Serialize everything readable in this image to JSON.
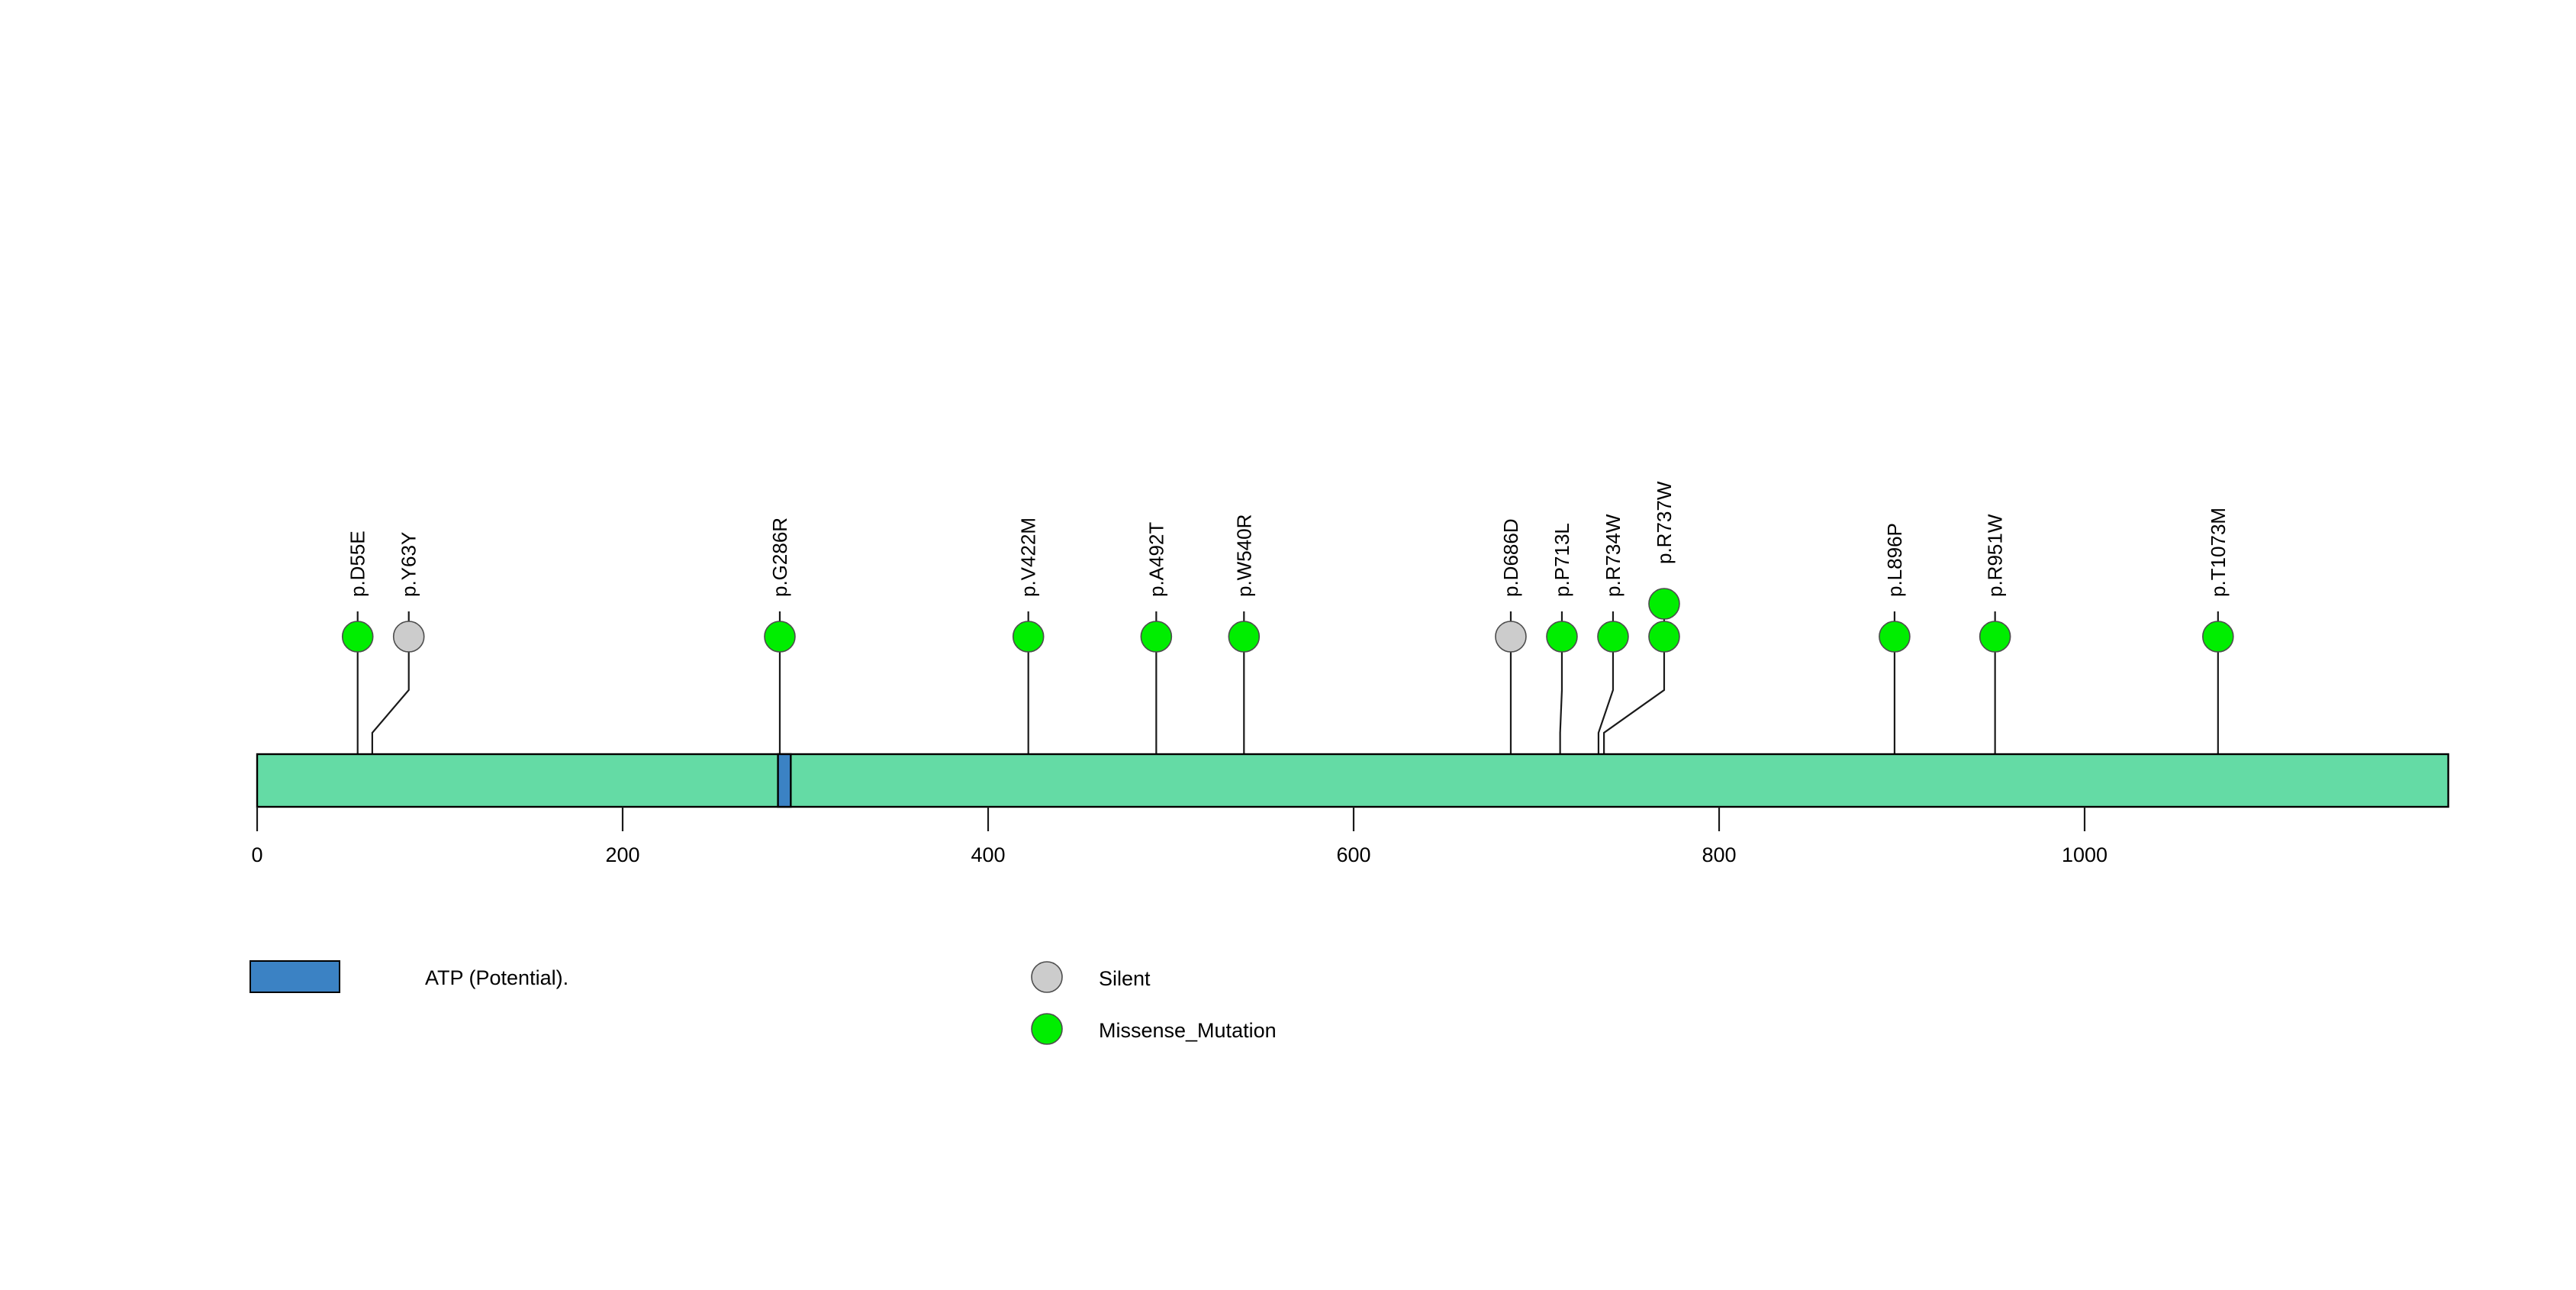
{
  "chart_data": {
    "type": "lollipop",
    "title": "",
    "xlabel": "",
    "ylabel": "",
    "xlim": [
      0,
      1199
    ],
    "axis": {
      "ticks": [
        0,
        200,
        400,
        600,
        800,
        1000
      ],
      "tick_labels": [
        "0",
        "200",
        "400",
        "600",
        "800",
        "1000"
      ],
      "grid": false
    },
    "protein": {
      "length": 1199,
      "track_color": "#64DBA5",
      "border_color": "#000000"
    },
    "domains": [
      {
        "name": "ATP (Potential).",
        "start": 285,
        "end": 292,
        "color": "#3B82C4"
      }
    ],
    "mutations": [
      {
        "label": "p.D55E",
        "position": 55,
        "count": 1,
        "type": "Missense_Mutation",
        "color": "#00EE00"
      },
      {
        "label": "p.Y63Y",
        "position": 63,
        "count": 1,
        "type": "Silent",
        "color": "#CCCCCC"
      },
      {
        "label": "p.G286R",
        "position": 286,
        "count": 1,
        "type": "Missense_Mutation",
        "color": "#00EE00"
      },
      {
        "label": "p.V422M",
        "position": 422,
        "count": 1,
        "type": "Missense_Mutation",
        "color": "#00EE00"
      },
      {
        "label": "p.A492T",
        "position": 492,
        "count": 1,
        "type": "Missense_Mutation",
        "color": "#00EE00"
      },
      {
        "label": "p.W540R",
        "position": 540,
        "count": 1,
        "type": "Missense_Mutation",
        "color": "#00EE00"
      },
      {
        "label": "p.D686D",
        "position": 686,
        "count": 1,
        "type": "Silent",
        "color": "#CCCCCC"
      },
      {
        "label": "p.P713L",
        "position": 713,
        "count": 1,
        "type": "Missense_Mutation",
        "color": "#00EE00"
      },
      {
        "label": "p.R734W",
        "position": 734,
        "count": 1,
        "type": "Missense_Mutation",
        "color": "#00EE00"
      },
      {
        "label": "p.R737W",
        "position": 737,
        "count": 2,
        "type": "Missense_Mutation",
        "color": "#00EE00"
      },
      {
        "label": "p.L896P",
        "position": 896,
        "count": 1,
        "type": "Missense_Mutation",
        "color": "#00EE00"
      },
      {
        "label": "p.R951W",
        "position": 951,
        "count": 1,
        "type": "Missense_Mutation",
        "color": "#00EE00"
      },
      {
        "label": "p.T1073M",
        "position": 1073,
        "count": 1,
        "type": "Missense_Mutation",
        "color": "#00EE00"
      }
    ],
    "legend": {
      "position": "bottom",
      "domain_entries": [
        {
          "label": "ATP (Potential).",
          "color": "#3B82C4",
          "shape": "rect"
        }
      ],
      "mutation_entries": [
        {
          "label": "Silent",
          "color": "#CCCCCC",
          "shape": "circle"
        },
        {
          "label": "Missense_Mutation",
          "color": "#00EE00",
          "shape": "circle"
        }
      ]
    }
  },
  "colors": {
    "background": "#FFFFFF",
    "track": "#64DBA5",
    "atp_domain": "#3B82C4",
    "missense": "#00EE00",
    "silent": "#CCCCCC",
    "stroke": "#1A1A1A"
  }
}
